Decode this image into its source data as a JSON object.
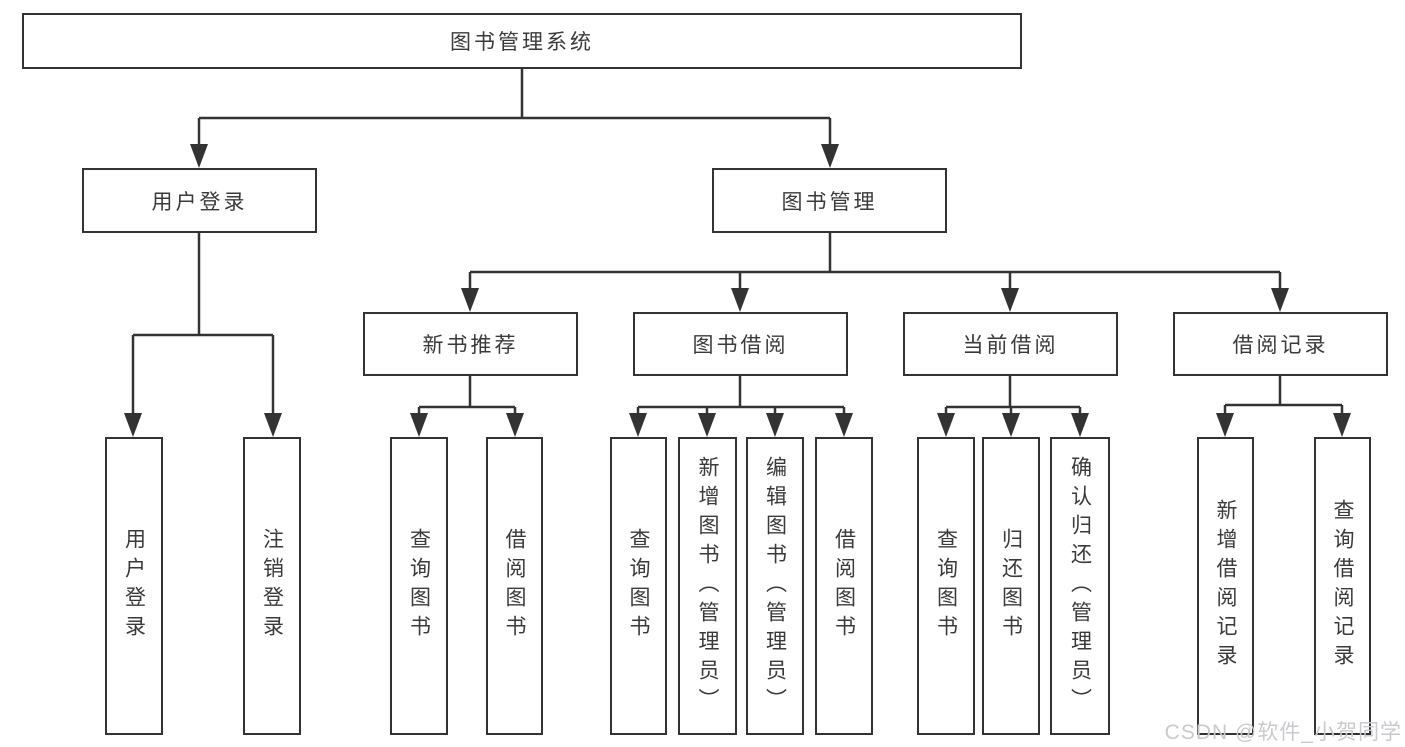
{
  "tree": {
    "label": "图书管理系统",
    "children": [
      {
        "label": "用户登录",
        "children": [
          {
            "label": "用户登录"
          },
          {
            "label": "注销登录"
          }
        ]
      },
      {
        "label": "图书管理",
        "children": [
          {
            "label": "新书推荐",
            "children": [
              {
                "label": "查询图书"
              },
              {
                "label": "借阅图书"
              }
            ]
          },
          {
            "label": "图书借阅",
            "children": [
              {
                "label": "查询图书"
              },
              {
                "label": "新增图书（管理员）"
              },
              {
                "label": "编辑图书（管理员）"
              },
              {
                "label": "借阅图书"
              }
            ]
          },
          {
            "label": "当前借阅",
            "children": [
              {
                "label": "查询图书"
              },
              {
                "label": "归还图书"
              },
              {
                "label": "确认归还（管理员）"
              }
            ]
          },
          {
            "label": "借阅记录",
            "children": [
              {
                "label": "新增借阅记录"
              },
              {
                "label": "查询借阅记录"
              }
            ]
          }
        ]
      }
    ]
  },
  "watermark": {
    "text": "CSDN @软件_小贺同学"
  },
  "colors": {
    "line": "#333333",
    "text": "#3a3a3a",
    "background": "#ffffff",
    "watermark": "#c9cacd"
  }
}
